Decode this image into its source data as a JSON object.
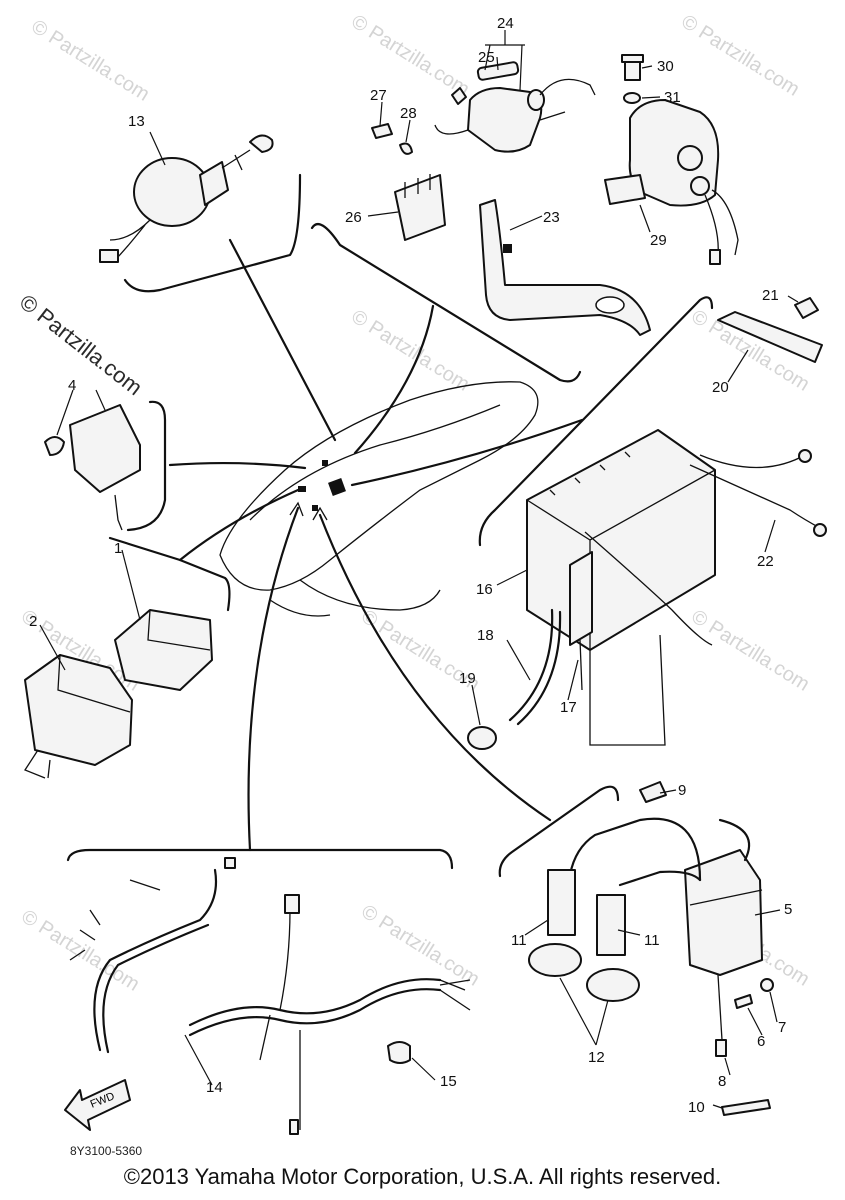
{
  "watermark": "© Partzilla.com",
  "part_code": "8Y3100-5360",
  "copyright": "©2013 Yamaha Motor Corporation, U.S.A. All rights reserved.",
  "fwd_label": "FWD",
  "callouts": {
    "c1": "1",
    "c2": "2",
    "c4": "4",
    "c5": "5",
    "c6": "6",
    "c7": "7",
    "c8": "8",
    "c9": "9",
    "c10": "10",
    "c11a": "11",
    "c11b": "11",
    "c12": "12",
    "c13": "13",
    "c14": "14",
    "c15": "15",
    "c16": "16",
    "c17": "17",
    "c18": "18",
    "c19": "19",
    "c20": "20",
    "c21": "21",
    "c22": "22",
    "c23": "23",
    "c24": "24",
    "c25": "25",
    "c26": "26",
    "c27": "27",
    "c28": "28",
    "c29": "29",
    "c30": "30",
    "c31": "31"
  }
}
